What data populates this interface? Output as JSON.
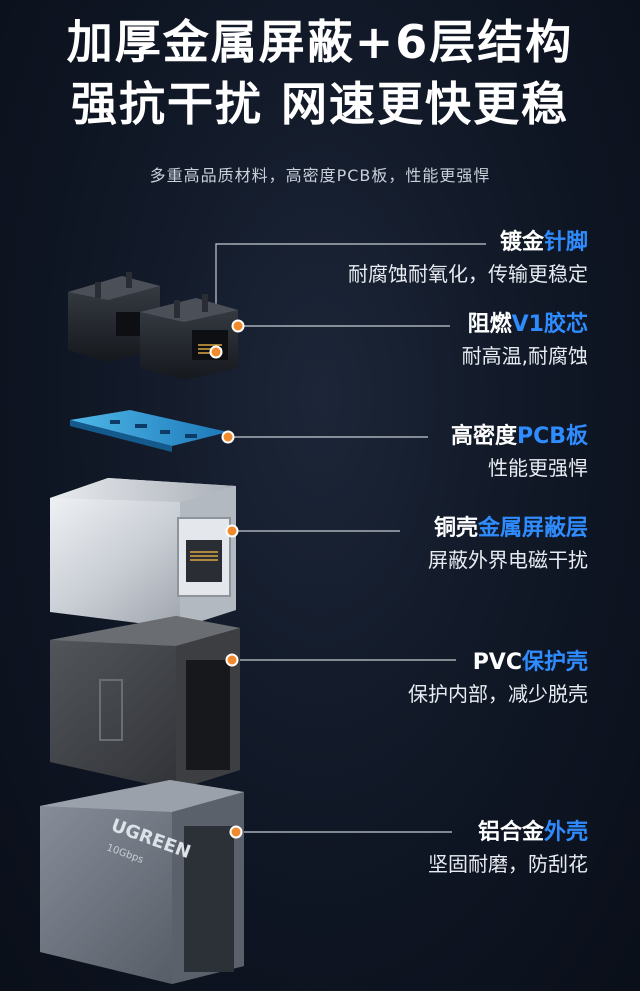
{
  "header": {
    "title_line1": "加厚金属屏蔽+6层结构",
    "title_line2": "强抗干扰 网速更快更稳",
    "subtitle": "多重高品质材料，高密度PCB板，性能更强悍"
  },
  "layers": [
    {
      "head_white": "镀金",
      "head_accent": "针脚",
      "desc": "耐腐蚀耐氧化，传输更稳定"
    },
    {
      "head_white": "阻燃",
      "head_accent": "V1胶芯",
      "desc": "耐高温,耐腐蚀"
    },
    {
      "head_white": "高密度",
      "head_accent": "PCB板",
      "desc": "性能更强悍"
    },
    {
      "head_white": "铜壳",
      "head_accent": "金属屏蔽层",
      "desc": "屏蔽外界电磁干扰"
    },
    {
      "head_white": "PVC",
      "head_accent": "保护壳",
      "desc": "保护内部，减少脱壳"
    },
    {
      "head_white": "铝合金",
      "head_accent": "外壳",
      "desc": "坚固耐磨，防刮花"
    }
  ],
  "product": {
    "brand": "UGREEN",
    "speed": "10Gbps"
  },
  "colors": {
    "accent": "#2f8cff",
    "dot": "#f08a2c",
    "background": "#0f1624"
  }
}
